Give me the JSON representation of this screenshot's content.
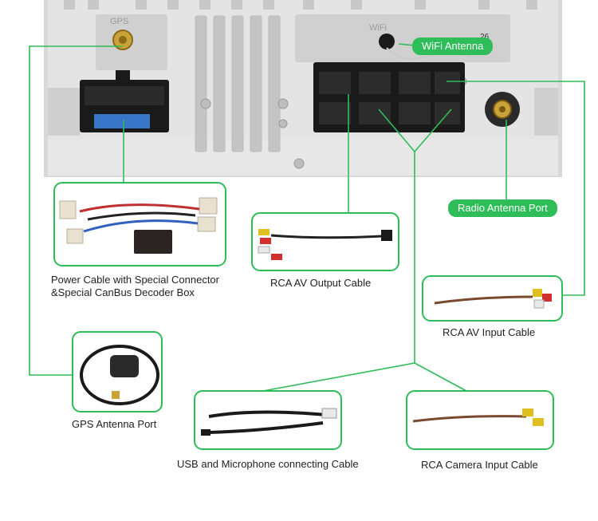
{
  "device_labels": {
    "gps": "GPS",
    "wifi": "WiFi",
    "wifi_number": "26"
  },
  "callouts": {
    "wifi_antenna": "WiFi Antenna",
    "radio_antenna_port": "Radio Antenna Port"
  },
  "captions": {
    "power_cable_line1": "Power Cable with Special Connector",
    "power_cable_line2": "&Special CanBus Decoder Box",
    "rca_av_output": "RCA AV Output Cable",
    "rca_av_input": "RCA AV Input Cable",
    "gps_antenna_port": "GPS Antenna Port",
    "usb_microphone": "USB and Microphone connecting Cable",
    "rca_camera_input": "RCA Camera Input Cable"
  },
  "colors": {
    "accent_green": "#2ebd59",
    "panel_silver": "#dcdcdc",
    "connector_black": "#1a1a1a"
  }
}
